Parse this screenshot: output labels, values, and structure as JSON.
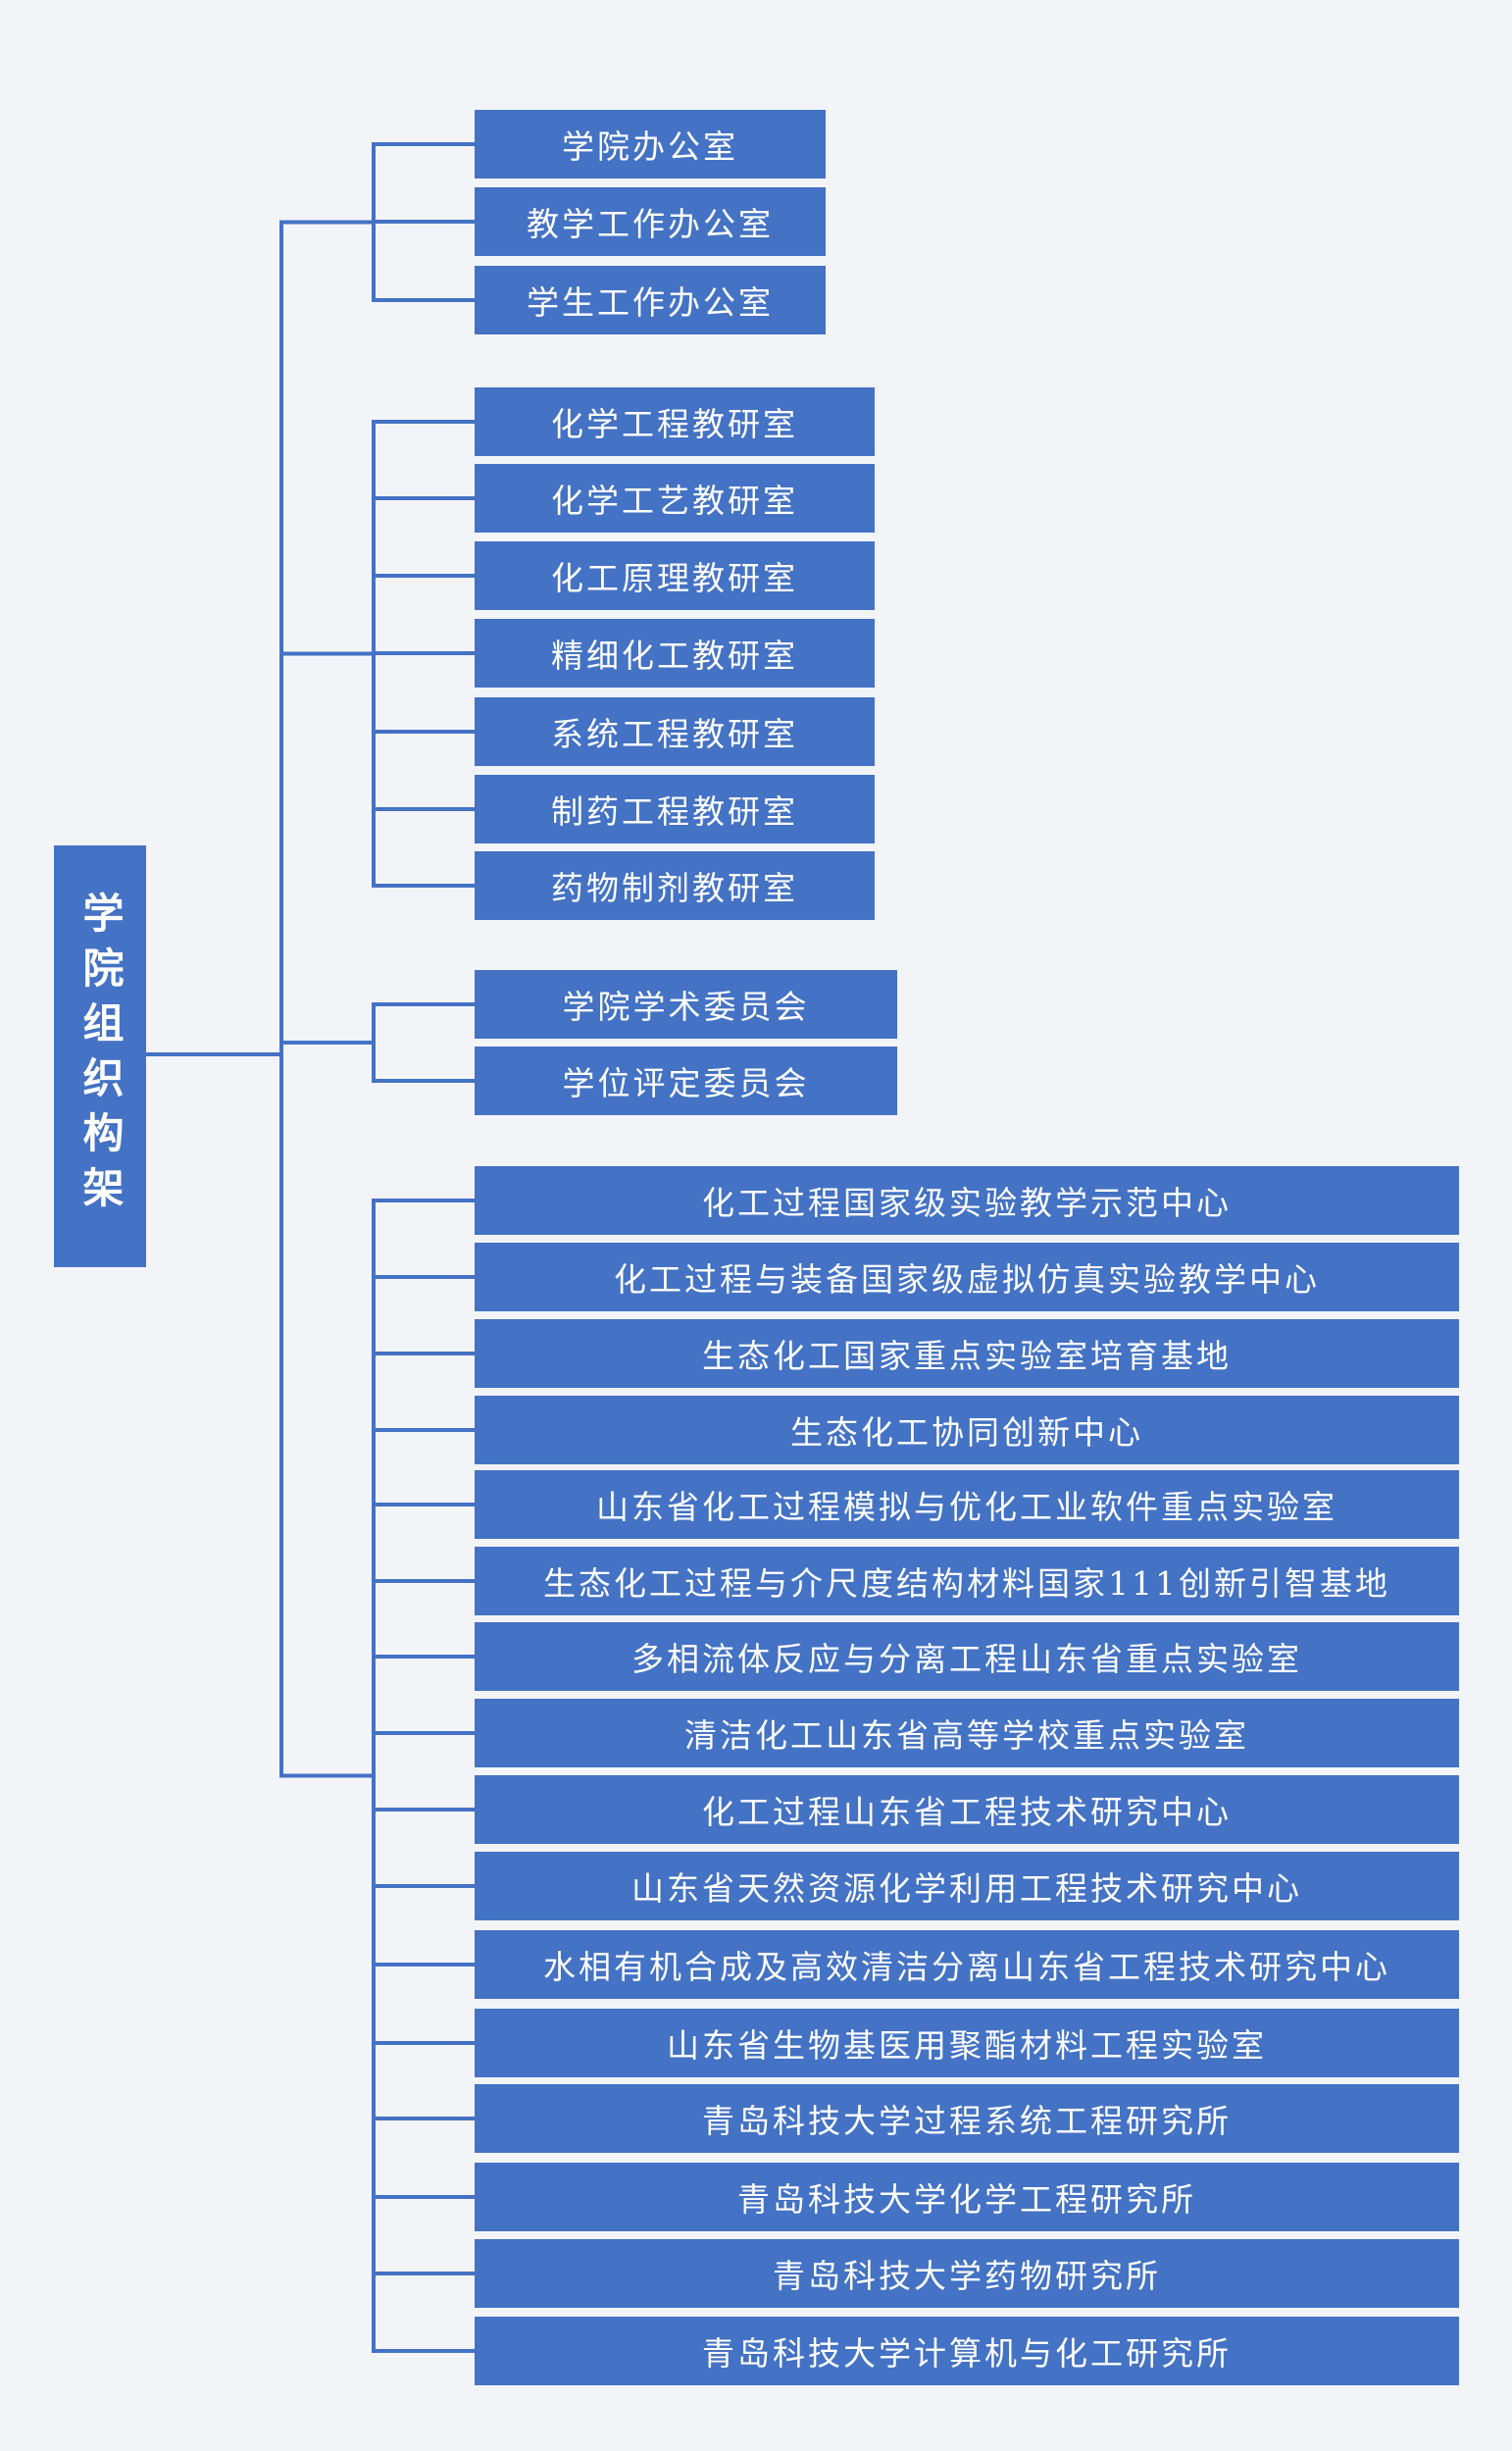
{
  "diagram": {
    "root": "学院组织构架",
    "groups": [
      {
        "items": [
          "学院办公室",
          "教学工作办公室",
          "学生工作办公室"
        ]
      },
      {
        "items": [
          "化学工程教研室",
          "化学工艺教研室",
          "化工原理教研室",
          "精细化工教研室",
          "系统工程教研室",
          "制药工程教研室",
          "药物制剂教研室"
        ]
      },
      {
        "items": [
          "学院学术委员会",
          "学位评定委员会"
        ]
      },
      {
        "items": [
          "化工过程国家级实验教学示范中心",
          "化工过程与装备国家级虚拟仿真实验教学中心",
          "生态化工国家重点实验室培育基地",
          "生态化工协同创新中心",
          "山东省化工过程模拟与优化工业软件重点实验室",
          "生态化工过程与介尺度结构材料国家111创新引智基地",
          "多相流体反应与分离工程山东省重点实验室",
          "清洁化工山东省高等学校重点实验室",
          "化工过程山东省工程技术研究中心",
          "山东省天然资源化学利用工程技术研究中心",
          "水相有机合成及高效清洁分离山东省工程技术研究中心",
          "山东省生物基医用聚酯材料工程实验室",
          "青岛科技大学过程系统工程研究所",
          "青岛科技大学化学工程研究所",
          "青岛科技大学药物研究所",
          "青岛科技大学计算机与化工研究所"
        ]
      }
    ],
    "colors": {
      "box_fill": "#4472c4",
      "box_text": "#ffffff",
      "connector": "#4472c4",
      "background": "#f3f4f8"
    }
  }
}
